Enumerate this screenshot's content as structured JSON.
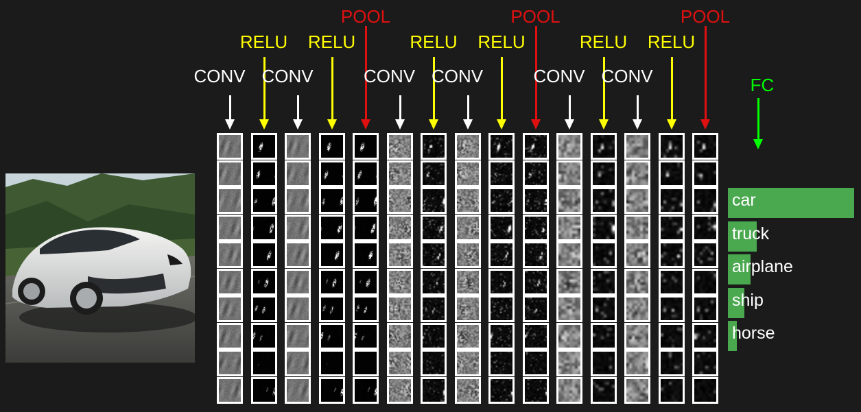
{
  "colors": {
    "background": "#1b1b1b",
    "conv": "#ffffff",
    "relu": "#ffff00",
    "pool": "#e01010",
    "fc": "#00ff00",
    "bar": "#4aa84f"
  },
  "layers": [
    {
      "type": "conv",
      "label": "CONV"
    },
    {
      "type": "relu",
      "label": "RELU"
    },
    {
      "type": "conv",
      "label": "CONV"
    },
    {
      "type": "relu",
      "label": "RELU"
    },
    {
      "type": "pool",
      "label": "POOL"
    },
    {
      "type": "conv",
      "label": "CONV"
    },
    {
      "type": "relu",
      "label": "RELU"
    },
    {
      "type": "conv",
      "label": "CONV"
    },
    {
      "type": "relu",
      "label": "RELU"
    },
    {
      "type": "pool",
      "label": "POOL"
    },
    {
      "type": "conv",
      "label": "CONV"
    },
    {
      "type": "relu",
      "label": "RELU"
    },
    {
      "type": "conv",
      "label": "CONV"
    },
    {
      "type": "relu",
      "label": "RELU"
    },
    {
      "type": "pool",
      "label": "POOL"
    }
  ],
  "fc": {
    "label": "FC"
  },
  "feature_maps_per_layer": 10,
  "input_image": {
    "subject": "car-photo"
  },
  "classes": [
    {
      "label": "car",
      "score": 1.0
    },
    {
      "label": "truck",
      "score": 0.23
    },
    {
      "label": "airplane",
      "score": 0.18
    },
    {
      "label": "ship",
      "score": 0.13
    },
    {
      "label": "horse",
      "score": 0.07
    }
  ]
}
